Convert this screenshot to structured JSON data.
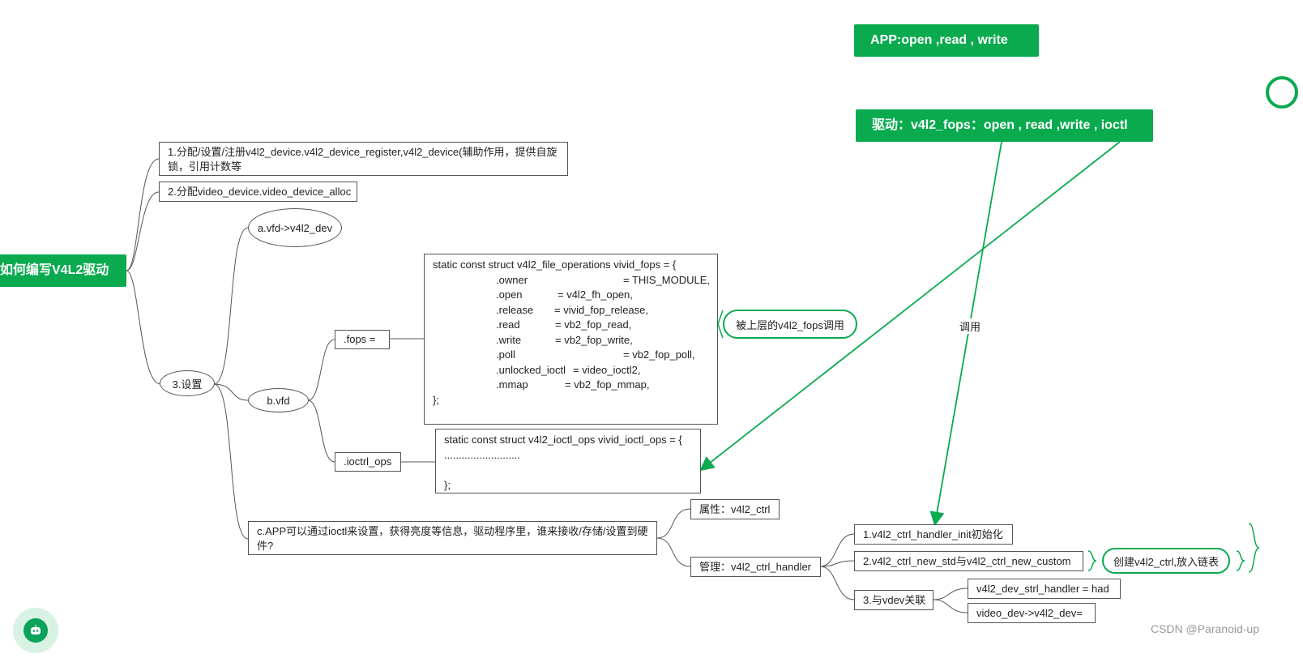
{
  "root": {
    "label": "如何编写V4L2驱动"
  },
  "app_box": {
    "label": "APP:open ,read , write"
  },
  "driver_box": {
    "label": "驱动：v4l2_fops：open , read ,write , ioctl"
  },
  "branch1": {
    "label": "1.分配/设置/注册v4l2_device.v4l2_device_register,v4l2_device(辅助作用，提供自旋锁，引用计数等"
  },
  "branch2": {
    "label": "2.分配video_device.video_device_alloc"
  },
  "branch3": {
    "label": "3.设置",
    "a": {
      "label": "a.vfd->v4l2_dev"
    },
    "b": {
      "label": "b.vfd",
      "fops": {
        "label": ".fops ="
      },
      "ioctl_ops": {
        "label": ".ioctrl_ops"
      }
    },
    "c": {
      "label": "c.APP可以通过ioctl来设置，获得亮度等信息，驱动程序里，谁来接收/存储/设置到硬件?",
      "attr": {
        "label": "属性：v4l2_ctrl"
      },
      "manage": {
        "label": "管理：v4l2_ctrl_handler",
        "step1": {
          "label": "1.v4l2_ctrl_handler_init初始化"
        },
        "step2": {
          "label": "2.v4l2_ctrl_new_std与v4l2_ctrl_new_custom"
        },
        "step2_note": {
          "label": "创建v4l2_ctrl,放入链表"
        },
        "step3": {
          "label": "3.与vdev关联",
          "sub1": {
            "label": "v4l2_dev_strl_handler = had"
          },
          "sub2": {
            "label": "video_dev->v4l2_dev="
          }
        }
      }
    }
  },
  "fops_code": {
    "header": "static const struct v4l2_file_operations vivid_fops = {",
    "lines": [
      {
        "key": ".owner",
        "value": "= THIS_MODULE,"
      },
      {
        "key": ".open",
        "value": "= v4l2_fh_open,"
      },
      {
        "key": ".release",
        "value": "= vivid_fop_release,"
      },
      {
        "key": ".read",
        "value": "= vb2_fop_read,"
      },
      {
        "key": ".write",
        "value": "= vb2_fop_write,"
      },
      {
        "key": ".poll",
        "value": "= vb2_fop_poll,"
      },
      {
        "key": ".unlocked_ioctl",
        "value": "= video_ioctl2,"
      },
      {
        "key": ".mmap",
        "value": "= vb2_fop_mmap,"
      }
    ],
    "footer": "};"
  },
  "ioctl_code": {
    "header": "static const struct v4l2_ioctl_ops vivid_ioctl_ops = {",
    "dots": "..........................",
    "footer": "};"
  },
  "fops_callout": {
    "label": "被上层的v4l2_fops调用"
  },
  "call_label": {
    "label": "调用"
  },
  "watermark": {
    "label": "CSDN @Paranoid-up"
  },
  "colors": {
    "accent": "#0aaa4f",
    "line": "#555555",
    "arrow": "#0aaa4f"
  }
}
